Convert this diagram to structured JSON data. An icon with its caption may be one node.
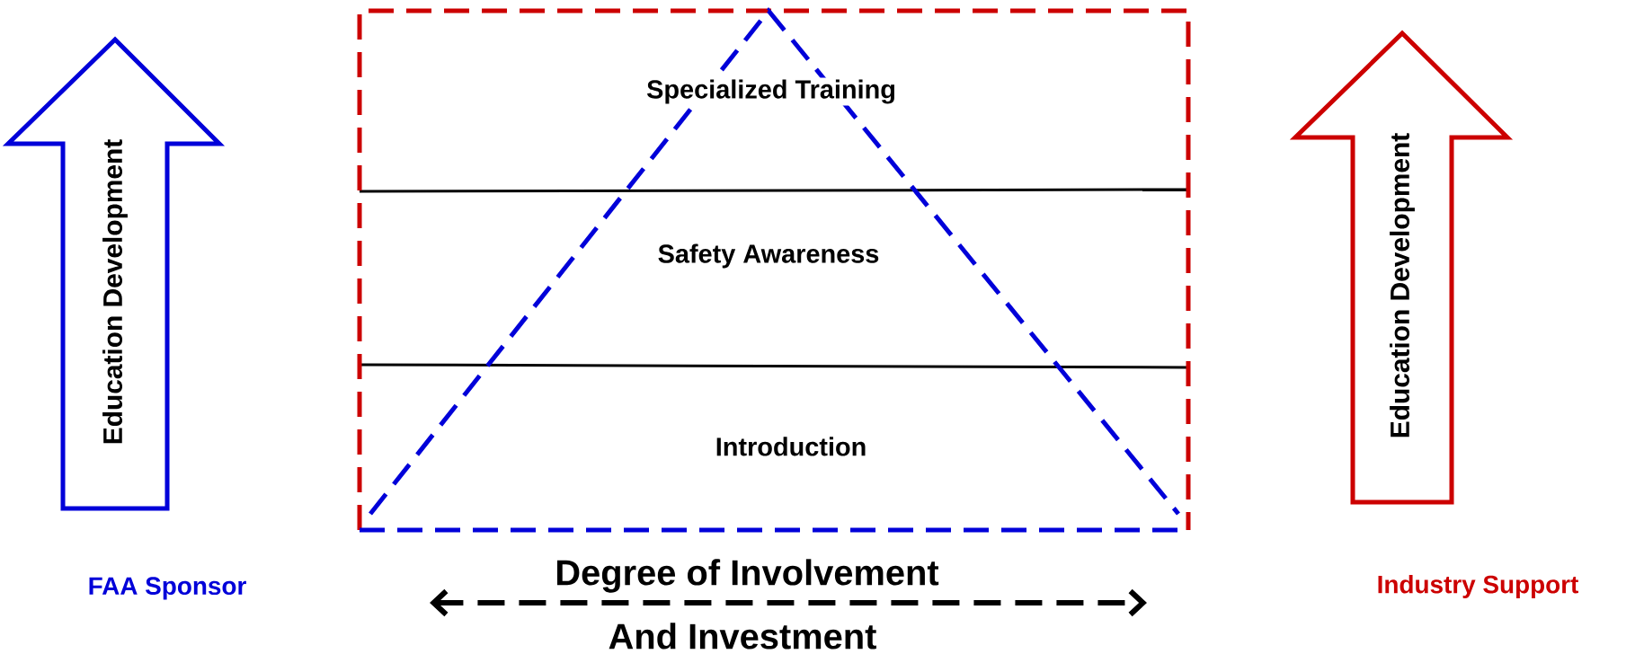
{
  "diagram": {
    "nodes": [
      {
        "text": [
          "Education Development"
        ],
        "beside": [
          "FAA Sponsor"
        ]
      },
      {
        "text": [
          "Specialized Training"
        ]
      },
      {
        "text": [
          "Safety Awareness"
        ]
      },
      {
        "text": [
          "Introduction"
        ]
      },
      {
        "text": [
          "Education Development"
        ],
        "beside": [
          "Industry Support"
        ]
      }
    ],
    "labels": [
      "Degree of Involvement",
      "And Investment"
    ]
  }
}
